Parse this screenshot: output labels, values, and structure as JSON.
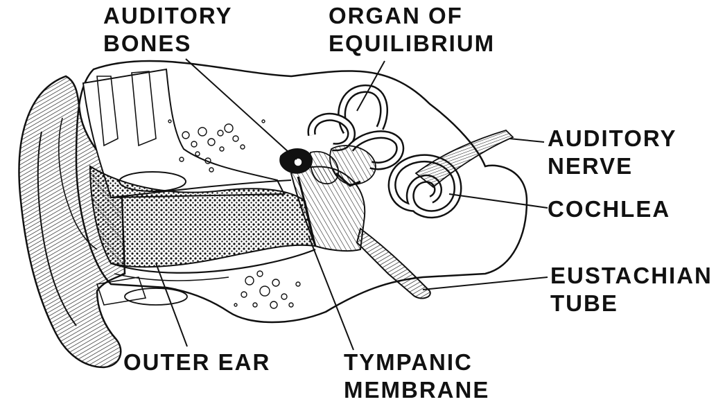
{
  "labels": {
    "auditory_bones": {
      "line1": "AUDITORY",
      "line2": "BONES"
    },
    "organ_of_equilibrium": {
      "line1": "ORGAN OF",
      "line2": "EQUILIBRIUM"
    },
    "auditory_nerve": {
      "line1": "AUDITORY",
      "line2": "NERVE"
    },
    "cochlea": {
      "line1": "COCHLEA"
    },
    "eustachian_tube": {
      "line1": "EUSTACHIAN",
      "line2": "TUBE"
    },
    "outer_ear": {
      "line1": "OUTER EAR"
    },
    "tympanic_membrane": {
      "line1": "TYMPANIC",
      "line2": "MEMBRANE"
    }
  },
  "colors": {
    "ink": "#111111",
    "background": "#ffffff"
  }
}
